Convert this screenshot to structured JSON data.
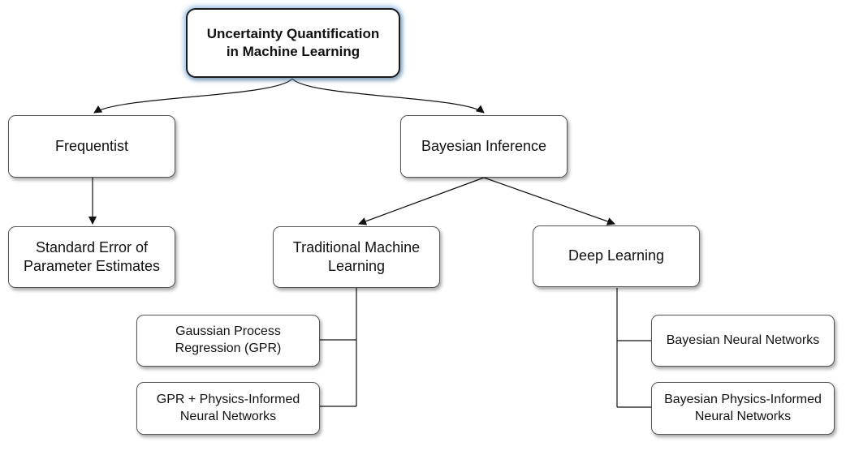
{
  "diagram": {
    "root": "Uncertainty Quantification\nin Machine Learning",
    "frequentist": "Frequentist",
    "bayesian": "Bayesian Inference",
    "standard_error": "Standard Error of\nParameter Estimates",
    "traditional_ml": "Traditional Machine\nLearning",
    "deep_learning": "Deep Learning",
    "gpr": "Gaussian Process\nRegression (GPR)",
    "gpr_pinn": "GPR + Physics-Informed\nNeural Networks",
    "bnn": "Bayesian Neural Networks",
    "bpinn": "Bayesian Physics-Informed\nNeural Networks"
  }
}
